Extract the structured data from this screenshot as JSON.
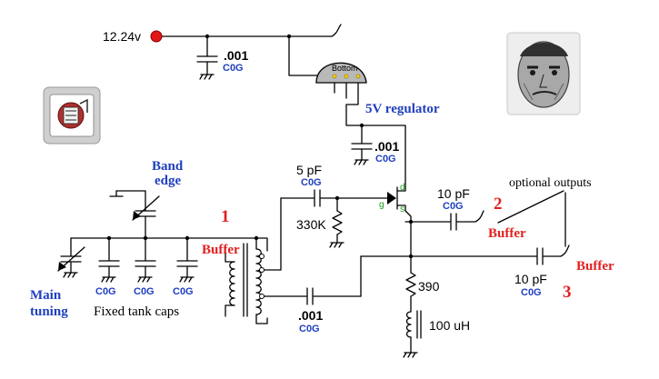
{
  "supply": {
    "voltage": "12.24v"
  },
  "regulator": {
    "pin_label": "Bottom",
    "label": "5V regulator"
  },
  "caps": {
    "c1": {
      "value": ".001",
      "type": "C0G"
    },
    "c2": {
      "value": ".001",
      "type": "C0G"
    },
    "c3": {
      "value": "5 pF",
      "type": "C0G"
    },
    "c4": {
      "value": "10 pF",
      "type": "C0G"
    },
    "c5": {
      "value": "10 pF",
      "type": "C0G"
    },
    "c6": {
      "value": ".001",
      "type": "C0G"
    }
  },
  "resistors": {
    "r1": "330K",
    "r2": "390"
  },
  "inductor": {
    "value": "100 uH"
  },
  "jfet": {
    "drain": "d",
    "gate": "g",
    "source": "s"
  },
  "tank": {
    "band_edge_line1": "Band",
    "band_edge_line2": "edge",
    "main_line1": "Main",
    "main_line2": "tuning",
    "fixed_caps_label": "Fixed tank caps",
    "cap_type_1": "C0G",
    "cap_type_2": "C0G",
    "cap_type_3": "C0G"
  },
  "buffers": {
    "b1": "Buffer",
    "b2": "Buffer",
    "b3": "Buffer"
  },
  "numbers": {
    "n1": "1",
    "n2": "2",
    "n3": "3"
  },
  "outputs": {
    "label": "optional outputs"
  },
  "colors": {
    "wire": "#000000",
    "label_blue": "#1f3fbf",
    "label_red": "#e22020",
    "pin_green": "#1a9b1a"
  }
}
